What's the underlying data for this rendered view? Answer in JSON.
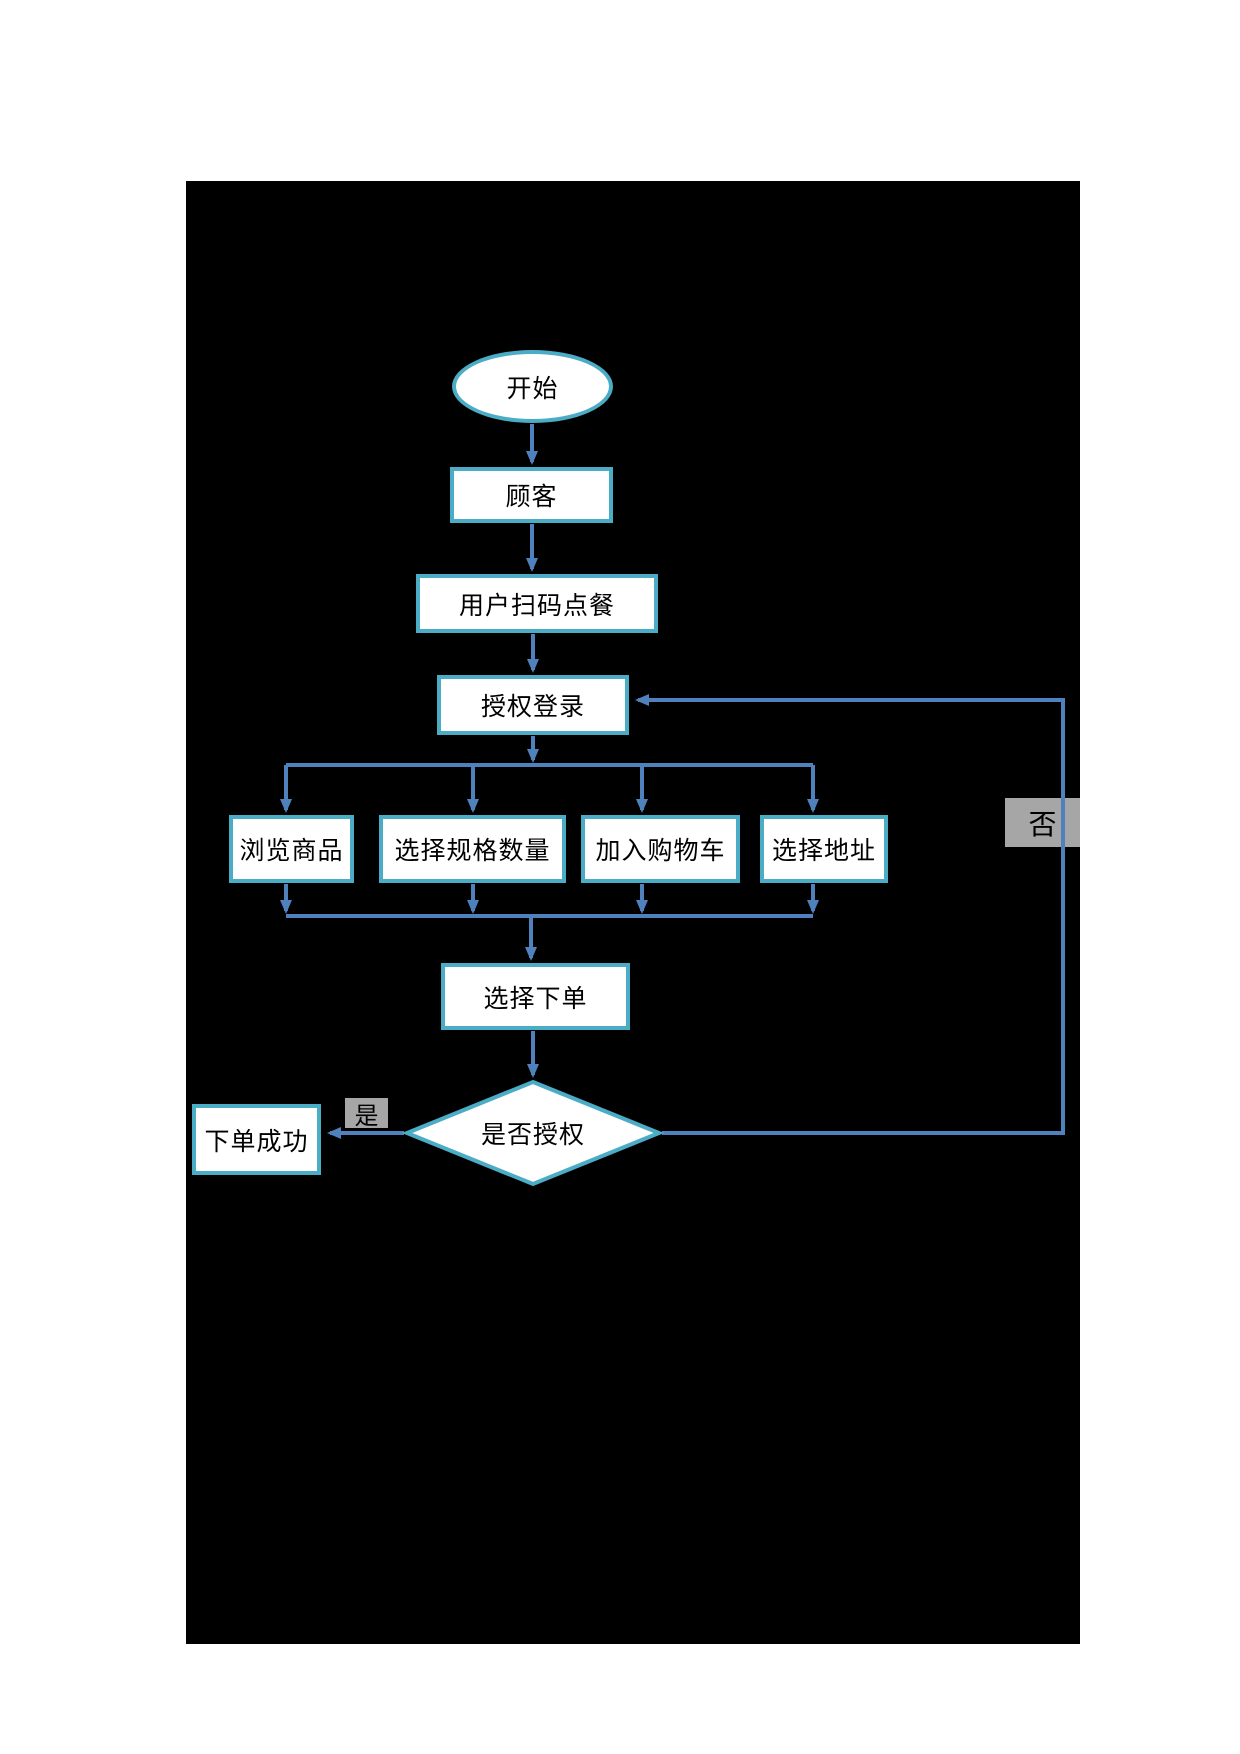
{
  "flowchart": {
    "colors": {
      "canvas_background": "#000000",
      "page_background": "#ffffff",
      "shape_border": "#4BACC6",
      "shape_fill": "#ffffff",
      "connector": "#4F81BD",
      "edge_label_background": "#A6A6A6",
      "text": "#000000"
    },
    "nodes": {
      "start": {
        "label": "开始",
        "shape": "ellipse"
      },
      "customer": {
        "label": "顾客",
        "shape": "rect"
      },
      "scan_order": {
        "label": "用户扫码点餐",
        "shape": "rect"
      },
      "auth_login": {
        "label": "授权登录",
        "shape": "rect"
      },
      "browse_products": {
        "label": "浏览商品",
        "shape": "rect"
      },
      "select_spec_qty": {
        "label": "选择规格数量",
        "shape": "rect"
      },
      "add_to_cart": {
        "label": "加入购物车",
        "shape": "rect"
      },
      "select_address": {
        "label": "选择地址",
        "shape": "rect"
      },
      "place_order": {
        "label": "选择下单",
        "shape": "rect"
      },
      "is_authorized": {
        "label": "是否授权",
        "shape": "diamond"
      },
      "order_success": {
        "label": "下单成功",
        "shape": "rect"
      }
    },
    "edge_labels": {
      "yes": "是",
      "no": "否"
    }
  }
}
